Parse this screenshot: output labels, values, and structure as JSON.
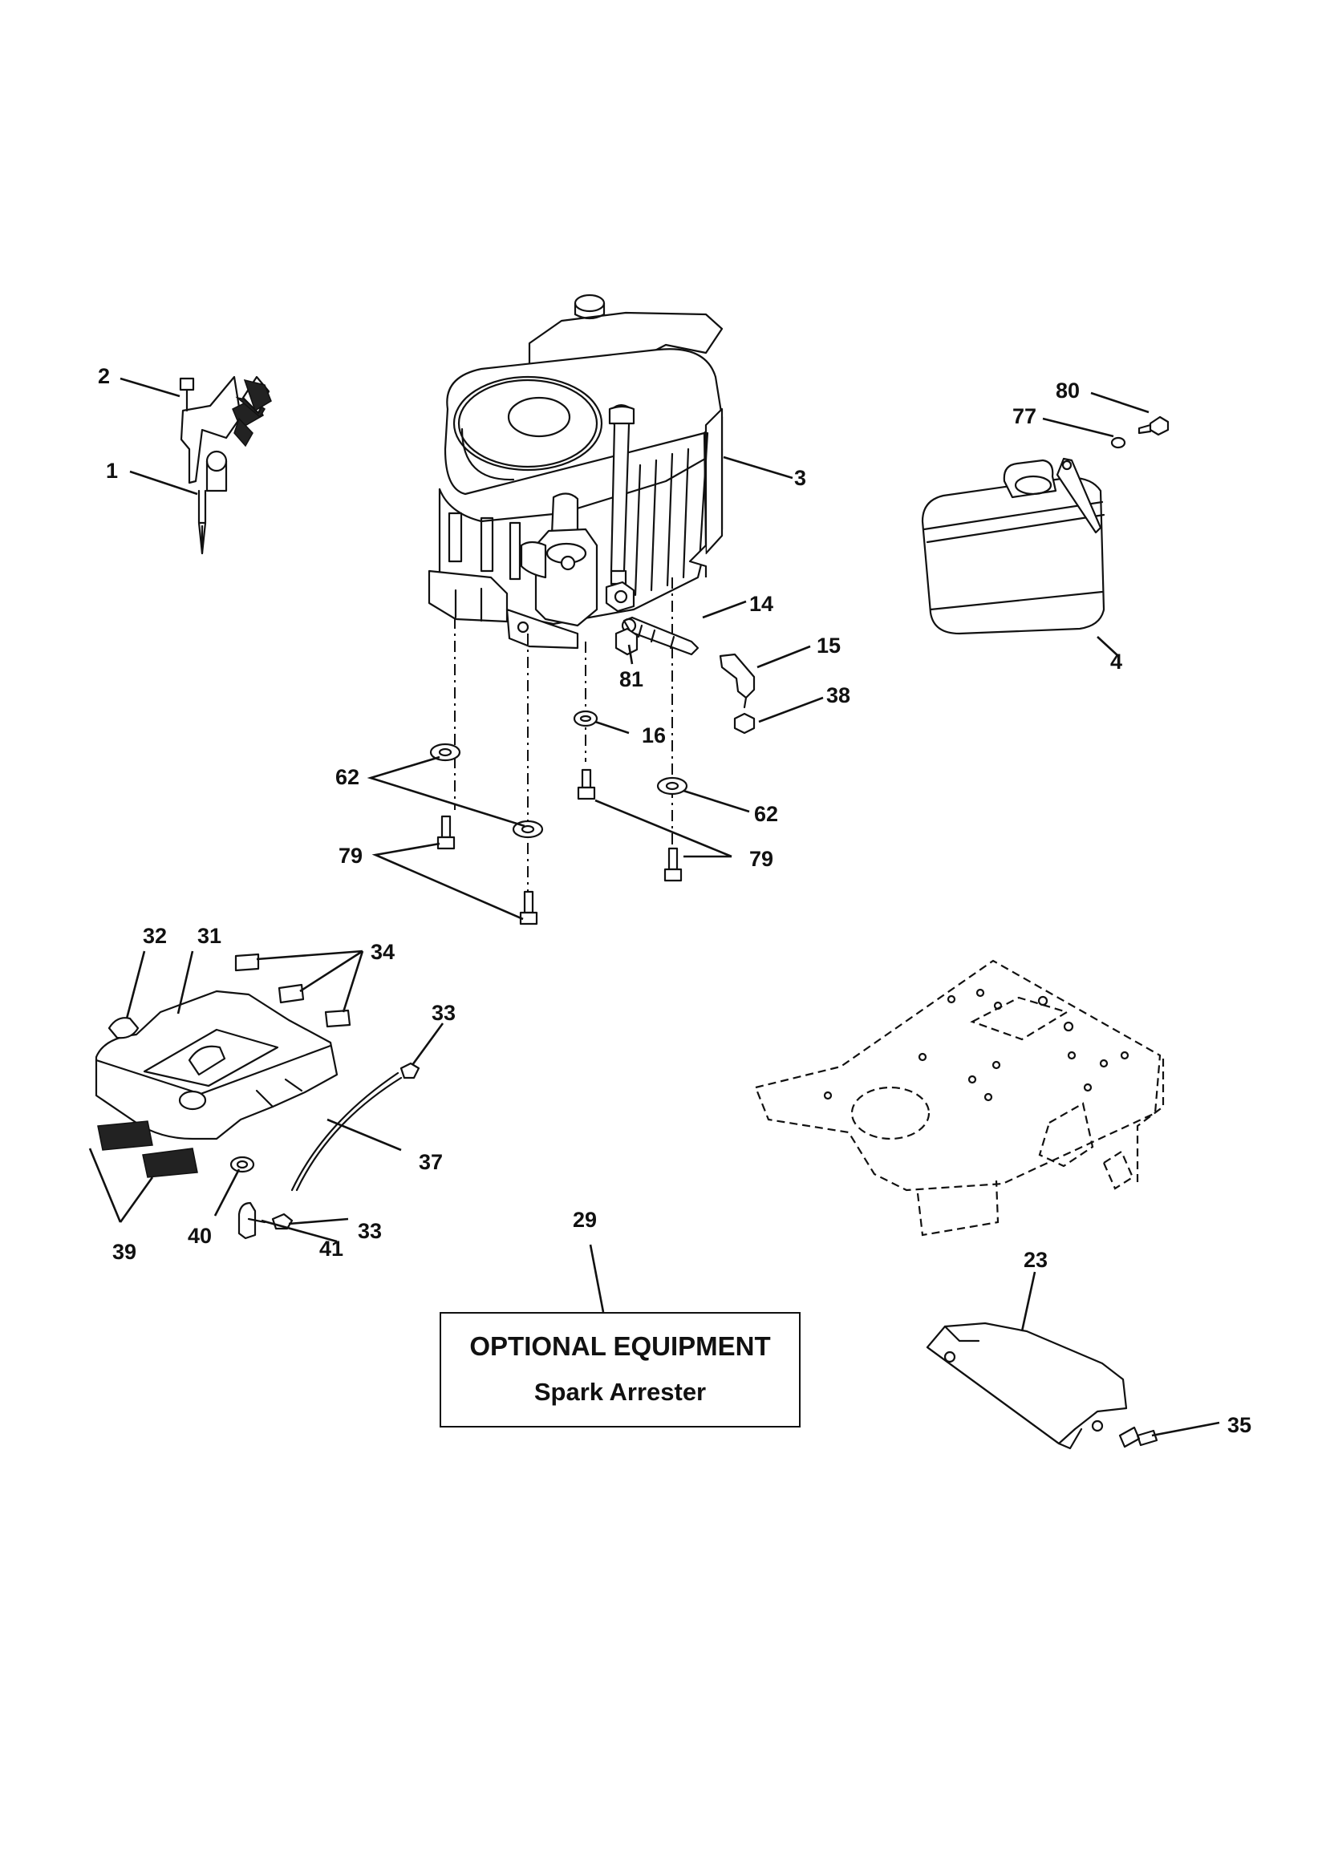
{
  "callouts": {
    "c1": "1",
    "c2": "2",
    "c3": "3",
    "c4": "4",
    "c14": "14",
    "c15": "15",
    "c16": "16",
    "c23": "23",
    "c29": "29",
    "c31": "31",
    "c32": "32",
    "c33a": "33",
    "c33b": "33",
    "c34": "34",
    "c35": "35",
    "c37": "37",
    "c38": "38",
    "c39": "39",
    "c40": "40",
    "c41": "41",
    "c62a": "62",
    "c62b": "62",
    "c77": "77",
    "c79a": "79",
    "c79b": "79",
    "c80": "80",
    "c81": "81"
  },
  "optional_box": {
    "line1": "OPTIONAL EQUIPMENT",
    "line2": "Spark Arrester"
  }
}
